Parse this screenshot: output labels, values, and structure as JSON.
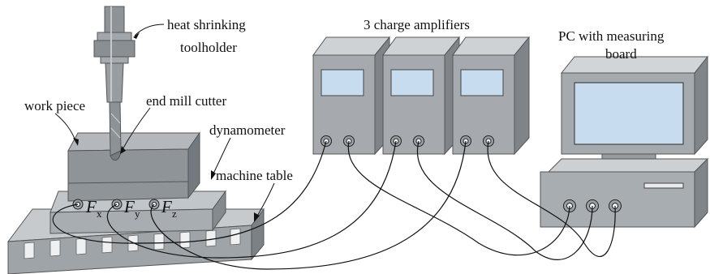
{
  "labels": {
    "toolholder_line1": "heat shrinking",
    "toolholder_line2": "toolholder",
    "amplifiers": "3 charge amplifiers",
    "pc_line1": "PC with measuring",
    "pc_line2": "board",
    "end_mill": "end mill cutter",
    "work_piece": "work piece",
    "dynamometer": "dynamometer",
    "machine_table": "machine table"
  },
  "forces": [
    {
      "symbol": "F",
      "sub": "x"
    },
    {
      "symbol": "F",
      "sub": "y"
    },
    {
      "symbol": "F",
      "sub": "z"
    }
  ],
  "components": [
    {
      "name": "heat-shrinking-toolholder"
    },
    {
      "name": "end-mill-cutter"
    },
    {
      "name": "work-piece"
    },
    {
      "name": "dynamometer"
    },
    {
      "name": "machine-table"
    },
    {
      "name": "charge-amplifier",
      "count": 3
    },
    {
      "name": "pc-with-measuring-board"
    }
  ],
  "colors": {
    "body_face": "#a5a9ad",
    "body_side": "#7d8287",
    "body_top": "#c9ccd0",
    "screen": "#c7dcef",
    "line": "#111111"
  }
}
